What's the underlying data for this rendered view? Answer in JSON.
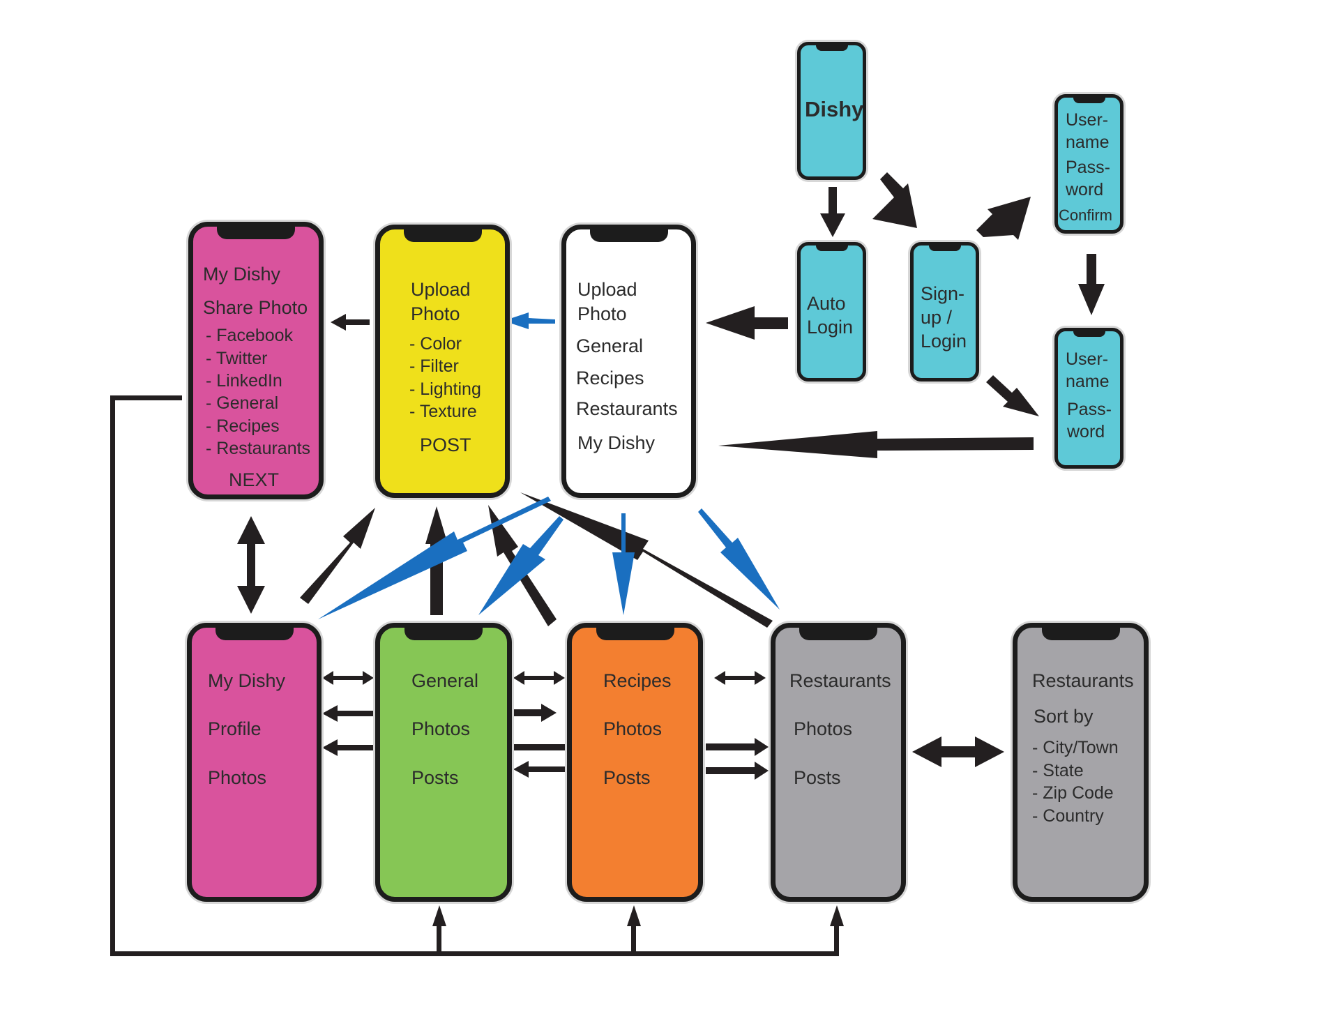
{
  "colors": {
    "magenta": "#d9539d",
    "yellow": "#efe01b",
    "white": "#ffffff",
    "cyan": "#5ec9d7",
    "green": "#86c655",
    "orange": "#f37f30",
    "gray": "#a5a4a8",
    "arrow_black": "#231f20",
    "arrow_blue": "#1a6fc0"
  },
  "screens": {
    "splash": {
      "title": "Dishy"
    },
    "signup_form": {
      "l1": "User-",
      "l2": "name",
      "l3": "Pass-",
      "l4": "word",
      "l5": "Confirm"
    },
    "auto_login": {
      "l1": "Auto",
      "l2": "Login"
    },
    "signup_login": {
      "l1": "Sign-",
      "l2": "up /",
      "l3": "Login"
    },
    "login_form": {
      "l1": "User-",
      "l2": "name",
      "l3": "Pass-",
      "l4": "word"
    },
    "home_menu": {
      "l1": "Upload",
      "l2": "Photo",
      "l3": "General",
      "l4": "Recipes",
      "l5": "Restaurants",
      "l6": "My Dishy"
    },
    "upload_photo": {
      "l1": "Upload",
      "l2": "Photo",
      "o1": "- Color",
      "o2": "- Filter",
      "o3": "- Lighting",
      "o4": "- Texture",
      "action": "POST"
    },
    "share_photo": {
      "l1": "My Dishy",
      "l2": "Share Photo",
      "o1": "- Facebook",
      "o2": "- Twitter",
      "o3": "- LinkedIn",
      "o4": "- General",
      "o5": "- Recipes",
      "o6": "- Restaurants",
      "action": "NEXT"
    },
    "my_dishy": {
      "l1": "My Dishy",
      "l2": "Profile",
      "l3": "Photos"
    },
    "general": {
      "l1": "General",
      "l2": "Photos",
      "l3": "Posts"
    },
    "recipes": {
      "l1": "Recipes",
      "l2": "Photos",
      "l3": "Posts"
    },
    "restaurants": {
      "l1": "Restaurants",
      "l2": "Photos",
      "l3": "Posts"
    },
    "restaurants_sort": {
      "l1": "Restaurants",
      "l2": "Sort by",
      "o1": "- City/Town",
      "o2": "- State",
      "o3": "- Zip Code",
      "o4": "- Country"
    }
  }
}
